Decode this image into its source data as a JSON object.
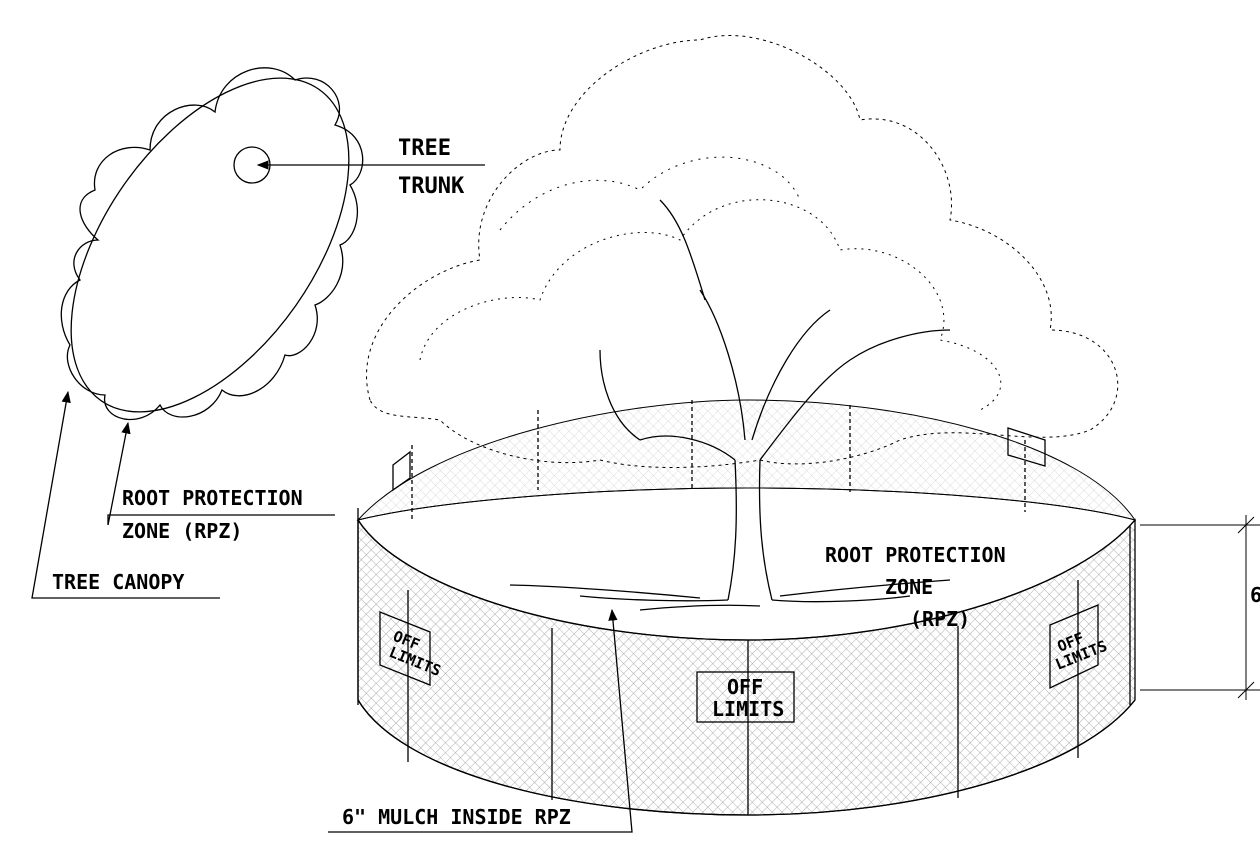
{
  "plan_view": {
    "tree_trunk_label": [
      "TREE",
      "TRUNK"
    ],
    "rpz_label": [
      "ROOT PROTECTION",
      "ZONE (RPZ)"
    ],
    "canopy_label": "TREE CANOPY"
  },
  "elevation_view": {
    "rpz_area_label": [
      "ROOT PROTECTION",
      "ZONE",
      "(RPZ)"
    ],
    "sign_text": [
      "OFF",
      "LIMITS"
    ],
    "mulch_label": "6\" MULCH INSIDE RPZ",
    "dimension_label": "6"
  },
  "colors": {
    "line": "#000000",
    "background": "#ffffff"
  }
}
